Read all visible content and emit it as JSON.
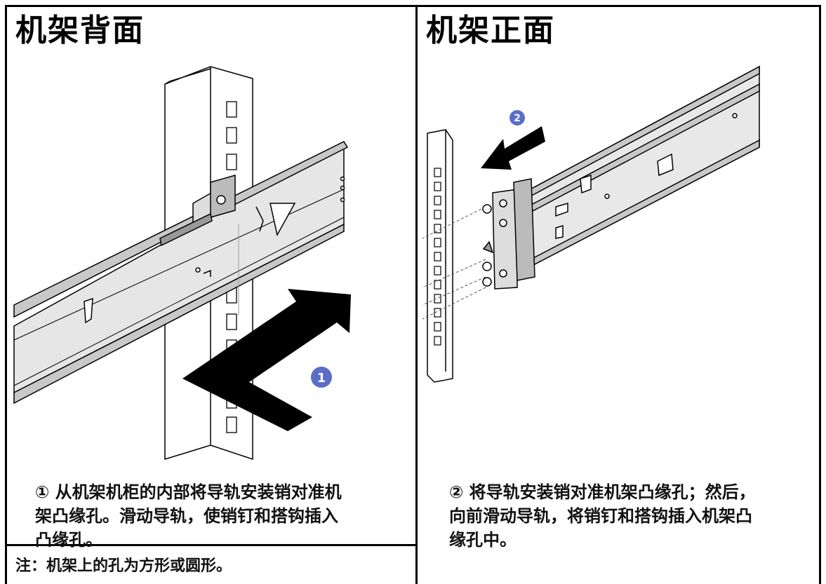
{
  "panels": {
    "left": {
      "title": "机架背面",
      "caption_line1": "① 从机架机柜的内部将导轨安装销对准机",
      "caption_line2": "架凸缘孔。滑动导轨，使销钉和搭钩插入",
      "caption_line3": "凸缘孔。",
      "step_badge": "1"
    },
    "right": {
      "title": "机架正面",
      "caption_line1": "② 将导轨安装销对准机架凸缘孔；然后，",
      "caption_line2": "向前滑动导轨，将销钉和搭钩插入机架凸",
      "caption_line3": "缘孔中。",
      "step_badge": "2"
    }
  },
  "note": {
    "label": "注：",
    "text": "机架上的孔为方形或圆形。"
  },
  "colors": {
    "badge": "#5b6dc8",
    "rail_gray": "#c8c8c8",
    "line": "#000000"
  }
}
